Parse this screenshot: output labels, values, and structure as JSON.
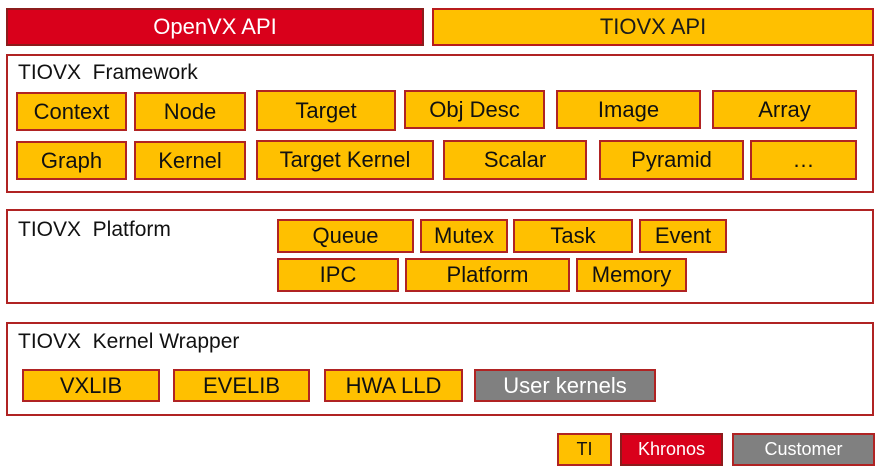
{
  "apis": {
    "openvx": "OpenVX API",
    "tiovx": "TIOVX API"
  },
  "framework": {
    "title": "TIOVX  Framework",
    "row1": [
      "Context",
      "Node",
      "Target",
      "Obj Desc",
      "Image",
      "Array"
    ],
    "row2": [
      "Graph",
      "Kernel",
      "Target Kernel",
      "Scalar",
      "Pyramid",
      "…"
    ]
  },
  "platform": {
    "title": "TIOVX  Platform",
    "row1": [
      "Queue",
      "Mutex",
      "Task",
      "Event"
    ],
    "row2": [
      "IPC",
      "Platform",
      "Memory"
    ]
  },
  "kernel_wrapper": {
    "title": "TIOVX  Kernel Wrapper",
    "items": [
      "VXLIB",
      "EVELIB",
      "HWA LLD",
      "User kernels"
    ]
  },
  "legend": {
    "ti": "TI",
    "khronos": "Khronos",
    "customer": "Customer"
  },
  "colors": {
    "ti": "#ffc000",
    "khronos": "#d9001b",
    "customer": "#808080",
    "border": "#b02323"
  }
}
